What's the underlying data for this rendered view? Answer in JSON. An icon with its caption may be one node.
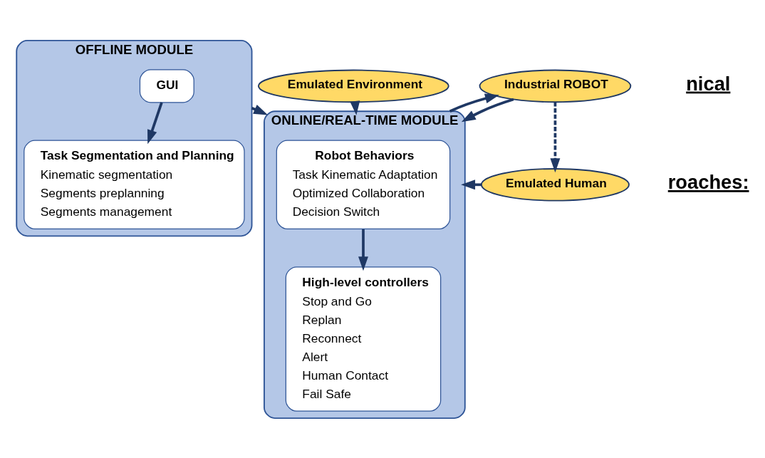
{
  "diagram": {
    "nodes": [
      {
        "text": [
          "OFFLINE MODULE"
        ]
      },
      {
        "text": [
          "GUI"
        ],
        "in": 0
      },
      {
        "text": [
          "Task Segmentation and Planning",
          "Kinematic segmentation",
          "Segments preplanning",
          "Segments management"
        ],
        "in": 0
      },
      {
        "text": [
          "ONLINE/REAL-TIME MODULE"
        ]
      },
      {
        "text": [
          "Robot Behaviors",
          "Task Kinematic Adaptation",
          "Optimized Collaboration",
          "Decision Switch"
        ],
        "in": 3
      },
      {
        "text": [
          "High-level controllers",
          "Stop and Go",
          "Replan",
          "Reconnect",
          "Alert",
          "Human Contact",
          "Fail Safe"
        ],
        "in": 3
      },
      {
        "text": [
          "Emulated Environment"
        ]
      },
      {
        "text": [
          "Emulated Human"
        ]
      },
      {
        "text": [
          "Industrial ROBOT"
        ]
      }
    ],
    "edges": [
      {
        "from": 1,
        "to": 2,
        "arrow": "to"
      },
      {
        "from": 0,
        "to": 3,
        "arrow": "to"
      },
      {
        "from": 6,
        "to": 3,
        "arrow": "to"
      },
      {
        "from": 7,
        "to": 3,
        "arrow": "to"
      },
      {
        "from": 4,
        "to": 5,
        "arrow": "to"
      },
      {
        "from": 3,
        "to": 8,
        "arrow": "to"
      },
      {
        "from": 8,
        "to": 3,
        "arrow": "to"
      },
      {
        "from": 8,
        "to": 7,
        "arrow": "to",
        "style": "dashed"
      }
    ],
    "labels": [
      "nical",
      "roaches:"
    ]
  }
}
